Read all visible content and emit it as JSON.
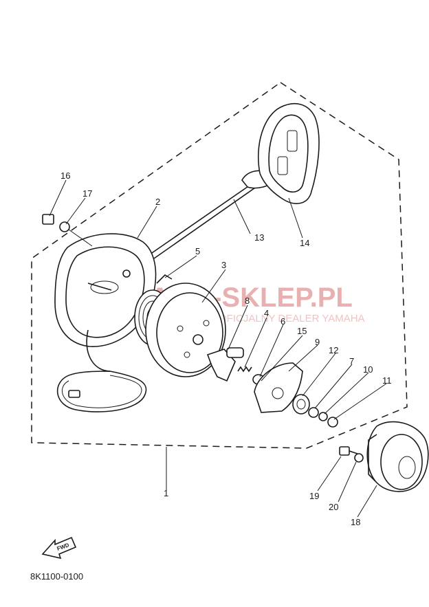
{
  "watermark": {
    "main": "AMA-SKLEP.PL",
    "sub": "OFICJALNY DEALER YAMAHA"
  },
  "callouts": {
    "c1": "1",
    "c2": "2",
    "c3": "3",
    "c4": "4",
    "c5": "5",
    "c6": "6",
    "c7": "7",
    "c8": "8",
    "c9": "9",
    "c10": "10",
    "c11": "11",
    "c12": "12",
    "c13": "13",
    "c14": "14",
    "c15": "15",
    "c16": "16",
    "c17": "17",
    "c18": "18",
    "c19": "19",
    "c20": "20"
  },
  "fwd_label": "FWD",
  "diagram_code": "8K1100-0100"
}
